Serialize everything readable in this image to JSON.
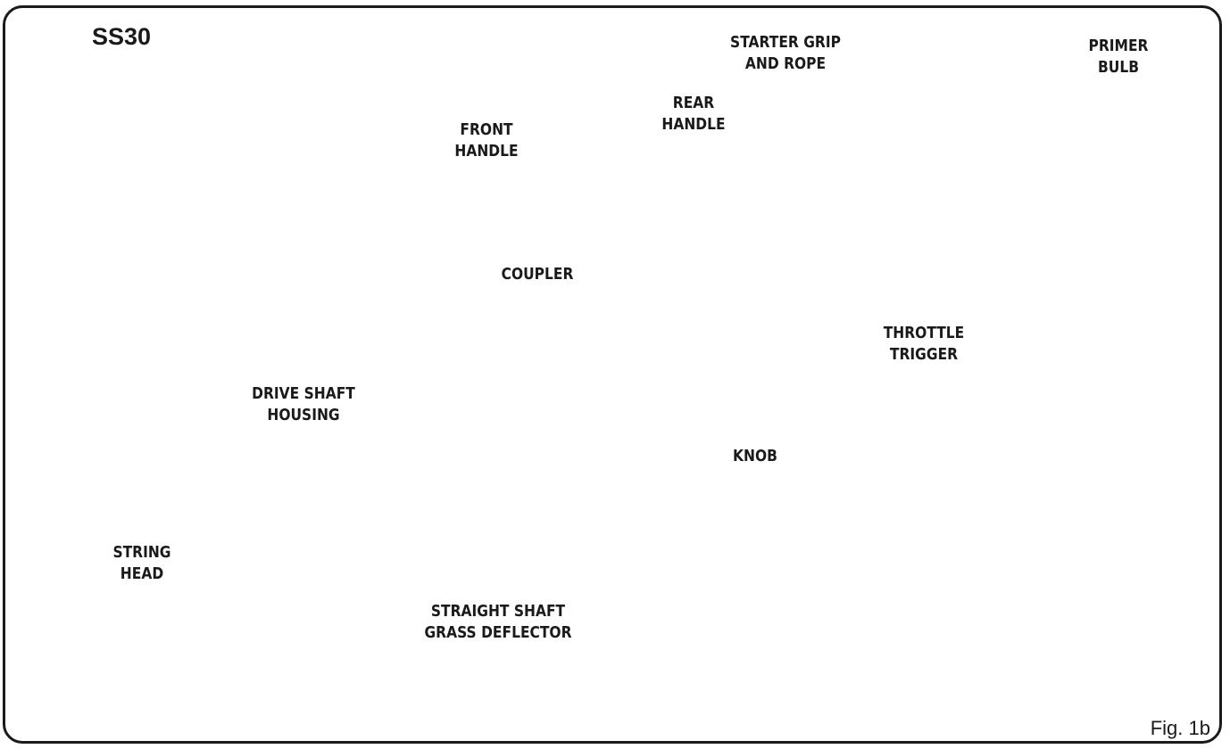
{
  "model": "SS30",
  "figure_label": "Fig. 1b",
  "parts": [
    {
      "id": "starter-grip-and-rope",
      "lines": [
        "STARTER GRIP",
        "AND ROPE"
      ]
    },
    {
      "id": "primer-bulb",
      "lines": [
        "PRIMER",
        "BULB"
      ]
    },
    {
      "id": "rear-handle",
      "lines": [
        "REAR",
        "HANDLE"
      ]
    },
    {
      "id": "front-handle",
      "lines": [
        "FRONT",
        "HANDLE"
      ]
    },
    {
      "id": "coupler",
      "lines": [
        "COUPLER"
      ]
    },
    {
      "id": "throttle-trigger",
      "lines": [
        "THROTTLE",
        "TRIGGER"
      ]
    },
    {
      "id": "drive-shaft-housing",
      "lines": [
        "DRIVE SHAFT",
        "HOUSING"
      ]
    },
    {
      "id": "knob",
      "lines": [
        "KNOB"
      ]
    },
    {
      "id": "string-head",
      "lines": [
        "STRING",
        "HEAD"
      ]
    },
    {
      "id": "straight-shaft-grass-deflector",
      "lines": [
        "STRAIGHT SHAFT",
        "GRASS DEFLECTOR"
      ]
    }
  ]
}
